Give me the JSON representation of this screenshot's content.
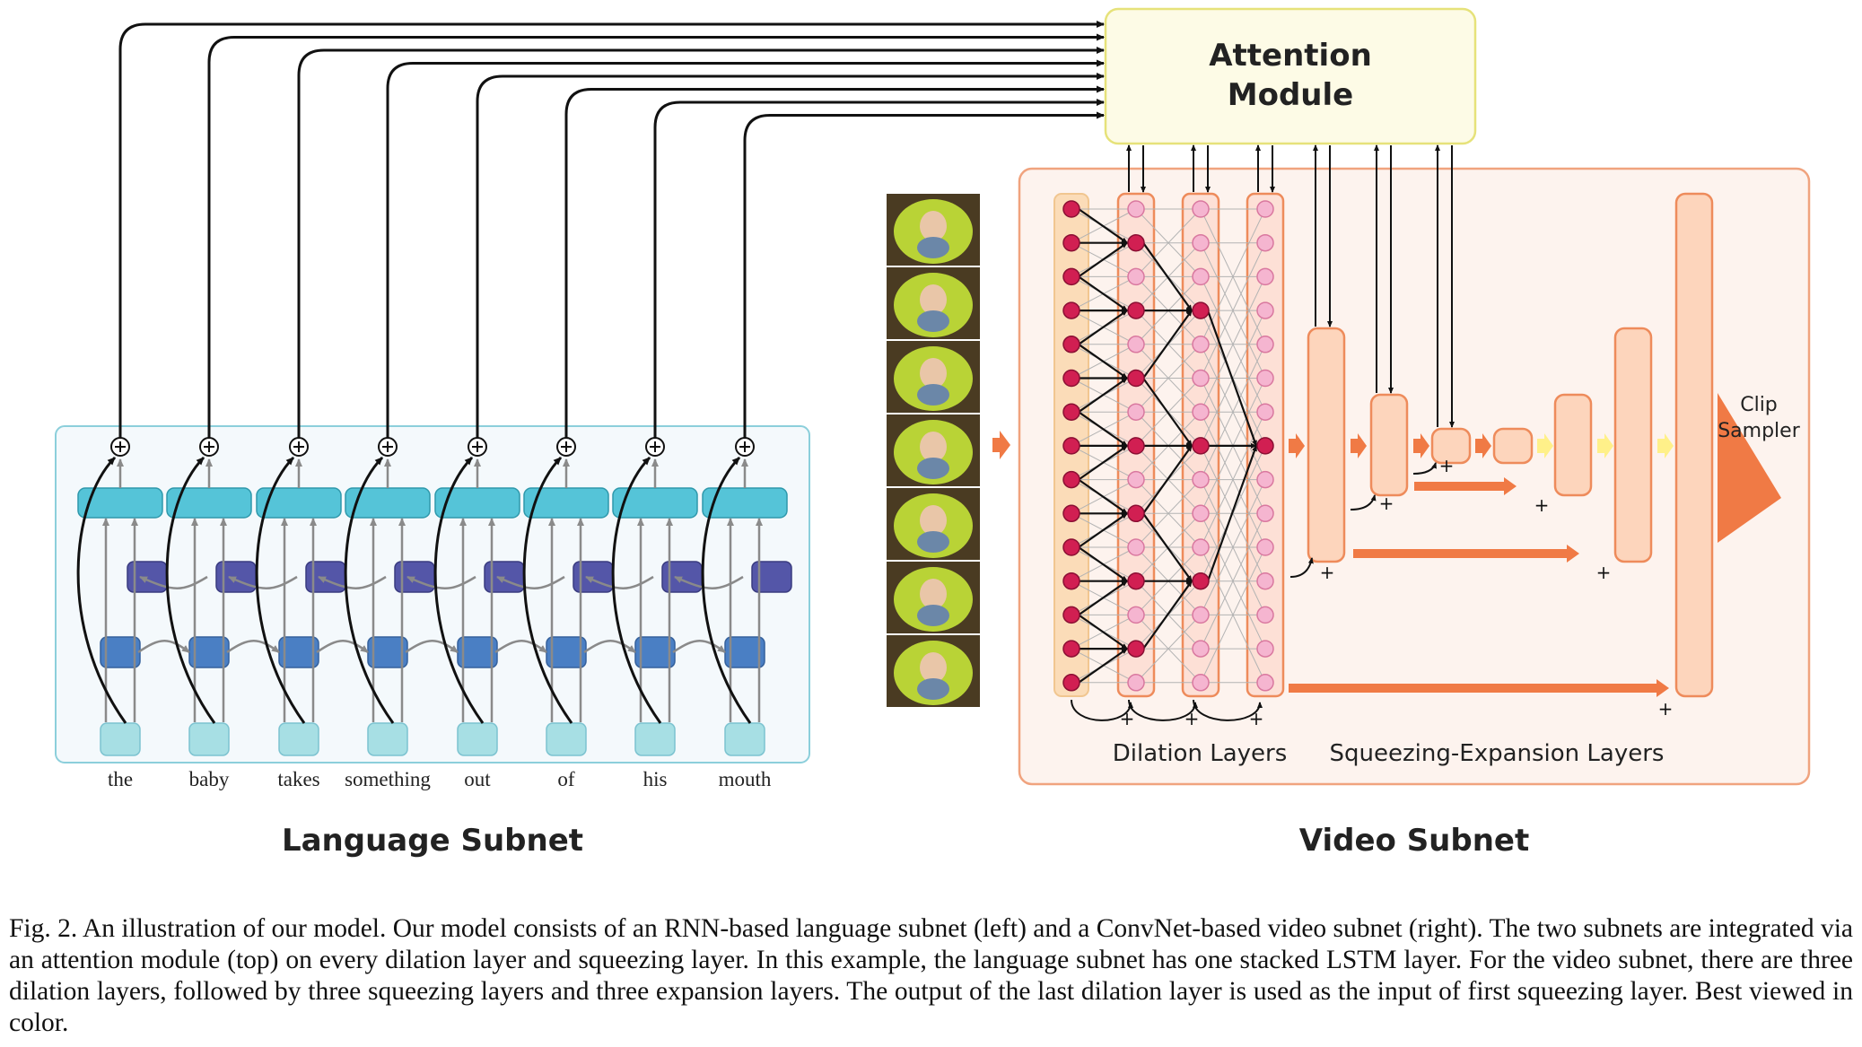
{
  "attention": {
    "line1": "Attention",
    "line2": "Module"
  },
  "language": {
    "title": "Language Subnet",
    "words": [
      "the",
      "baby",
      "takes",
      "something",
      "out",
      "of",
      "his",
      "mouth"
    ]
  },
  "video": {
    "title": "Video Subnet",
    "dilation_label": "Dilation Layers",
    "squeeze_label": "Squeezing-Expansion Layers",
    "clip_sampler": {
      "line1": "Clip",
      "line2": "Sampler"
    },
    "plus": "+"
  },
  "caption": "Fig. 2.  An illustration of our model. Our model consists of an RNN-based language subnet (left) and a ConvNet-based video subnet (right). The two subnets are integrated via an attention module (top) on every dilation layer and squeezing layer. In this example, the language subnet has one stacked LSTM layer. For the video subnet, there are three dilation layers, followed by three squeezing layers and three expansion layers. The output of the last dilation layer is used as the input of first squeezing layer. Best viewed in color.",
  "colors": {
    "attention_fill": "#fdfbe6",
    "attention_stroke": "#e6e27a",
    "lang_panel_fill": "#f4f9fc",
    "lang_panel_stroke": "#8ccfdb",
    "lstm_top": "#55c4d8",
    "lstm_mid": "#5456a8",
    "lstm_bottom": "#4a7fc4",
    "embed": "#a7dfe4",
    "video_panel_fill": "#fdf3ee",
    "video_panel_stroke": "#f0a37e",
    "squeeze_block": "#fdd5bc",
    "squeeze_stroke": "#ee8b5b",
    "node_active": "#d11f52",
    "node_inactive": "#f5b5d0",
    "arrow_orange": "#f07a45",
    "arrow_yellow": "#fff089"
  }
}
